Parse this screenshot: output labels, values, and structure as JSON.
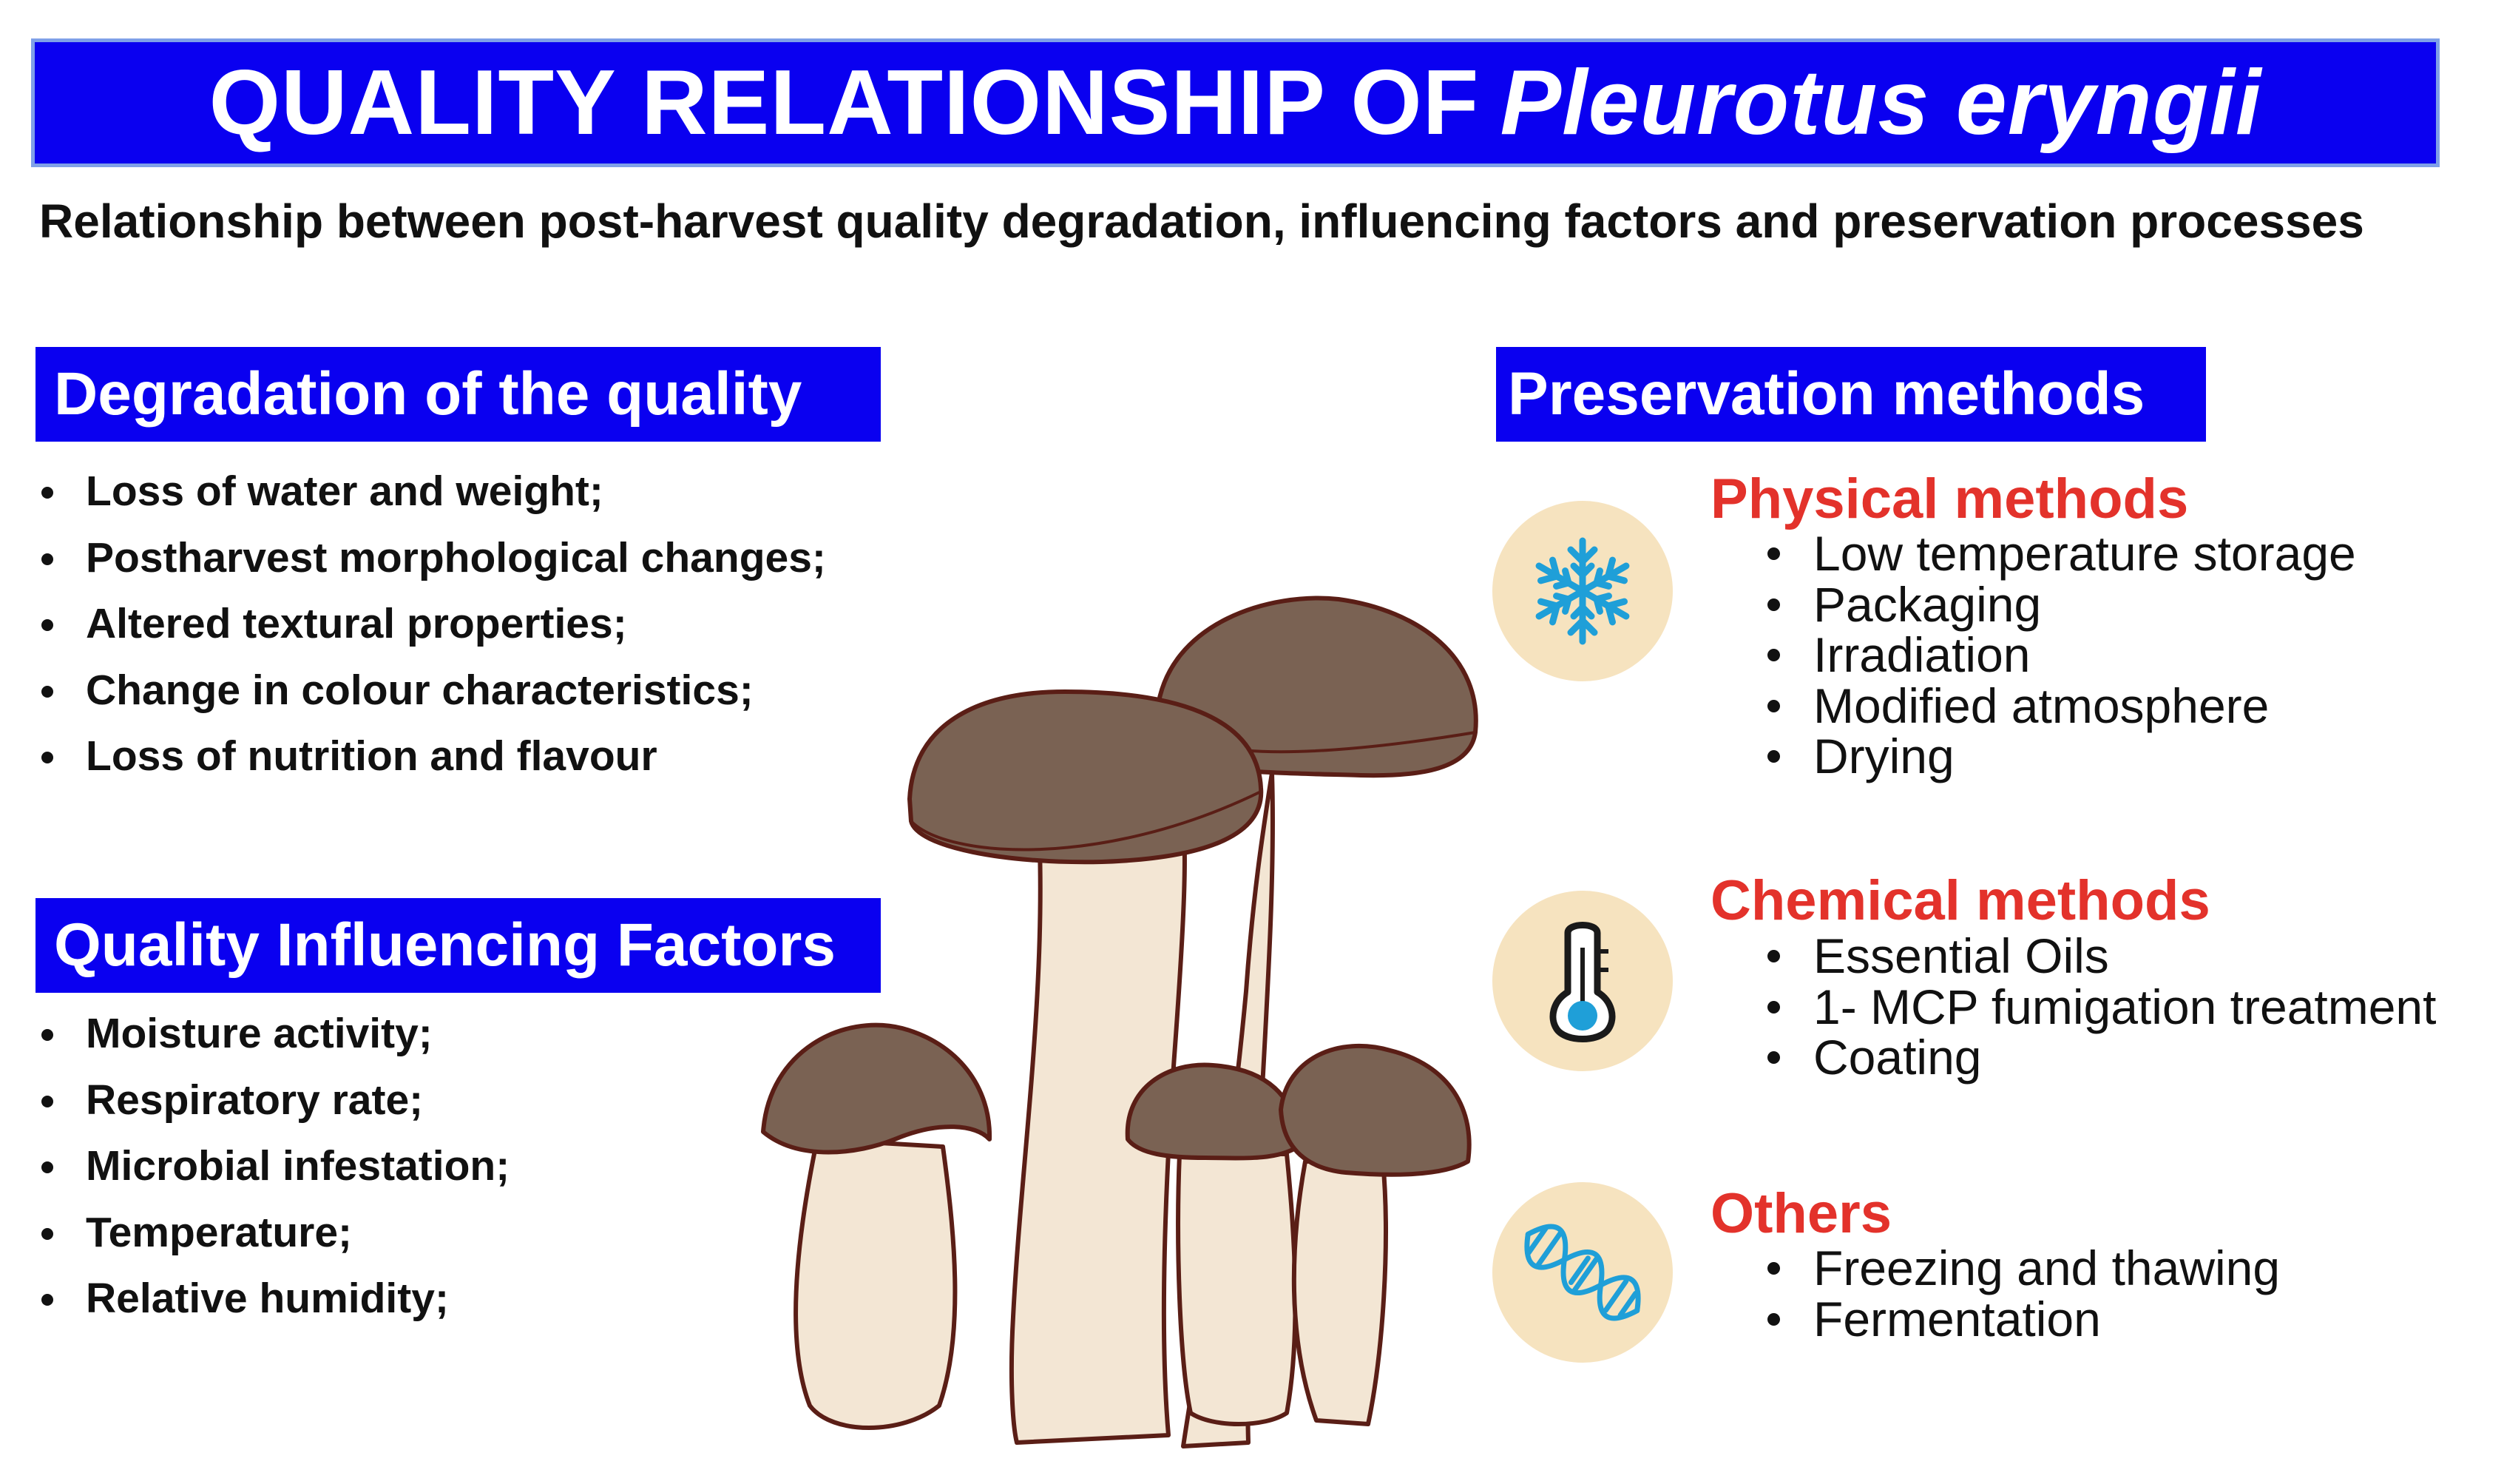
{
  "title": {
    "main": "QUALITY RELATIONSHIP OF",
    "scientific_name": "Pleurotus eryngii"
  },
  "subtitle": "Relationship between post-harvest quality degradation, influencing factors and preservation processes",
  "degradation": {
    "heading": "Degradation of the quality",
    "items": [
      "Loss of water and weight;",
      "Postharvest morphological changes;",
      "Altered textural properties;",
      "Change in colour characteristics;",
      "Loss of nutrition and flavour"
    ]
  },
  "factors": {
    "heading": "Quality Influencing Factors",
    "items": [
      "Moisture activity;",
      "Respiratory rate;",
      "Microbial infestation;",
      "Temperature;",
      "Relative humidity;"
    ]
  },
  "preservation": {
    "heading": "Preservation methods",
    "groups": [
      {
        "title": "Physical methods",
        "icon": "snowflake-icon",
        "items": [
          "Low temperature storage",
          "Packaging",
          "Irradiation",
          "Modified atmosphere",
          "Drying"
        ]
      },
      {
        "title": "Chemical methods",
        "icon": "thermometer-icon",
        "items": [
          "Essential Oils",
          "1- MCP fumigation treatment",
          "Coating"
        ]
      },
      {
        "title": "Others",
        "icon": "dna-icon",
        "items": [
          "Freezing and thawing",
          "Fermentation"
        ]
      }
    ]
  },
  "colors": {
    "heading_bg": "#0a00f0",
    "method_title": "#e3322b",
    "icon_circle": "#f6e3bf",
    "icon_blue": "#1f9fd8",
    "mushroom_cap": "#7a6253",
    "mushroom_stem": "#f3e6d4",
    "outline": "#5a1e16"
  }
}
